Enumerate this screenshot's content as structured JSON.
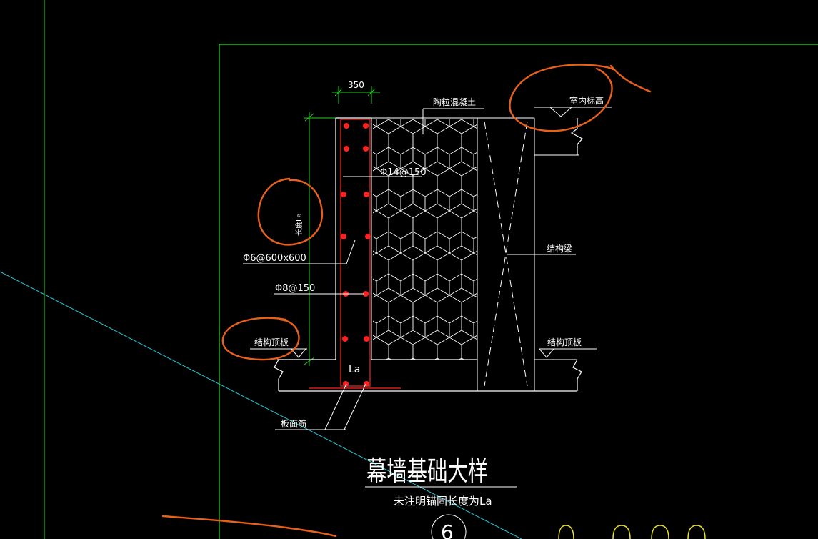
{
  "colors": {
    "background": "#000000",
    "frame_green": "#2bd92b",
    "dim_green": "#22cc22",
    "cyan_line": "#27c8d6",
    "rebar_red": "#ff2020",
    "markup_orange": "#e8601c",
    "drawing_white": "#ffffff",
    "outline_yellow": "#e6e02a"
  },
  "drawing": {
    "dimension": "350",
    "labels": {
      "ceramic_concrete": "陶粒混凝土",
      "indoor_elevation": "室内标高",
      "rebar_phi14": "Φ14@150",
      "rebar_phi6": "Φ6@600x600",
      "rebar_phi8": "Φ8@150",
      "structural_beam": "结构梁",
      "structural_top_slab_left": "结构顶板",
      "structural_top_slab_right": "结构顶板",
      "anchor_length": "La",
      "slab_rebar": "板面筋",
      "vertical_note": "长度La"
    },
    "title": "幕墙基础大样",
    "subtitle": "未注明锚固长度为La",
    "detail_number": "6"
  }
}
